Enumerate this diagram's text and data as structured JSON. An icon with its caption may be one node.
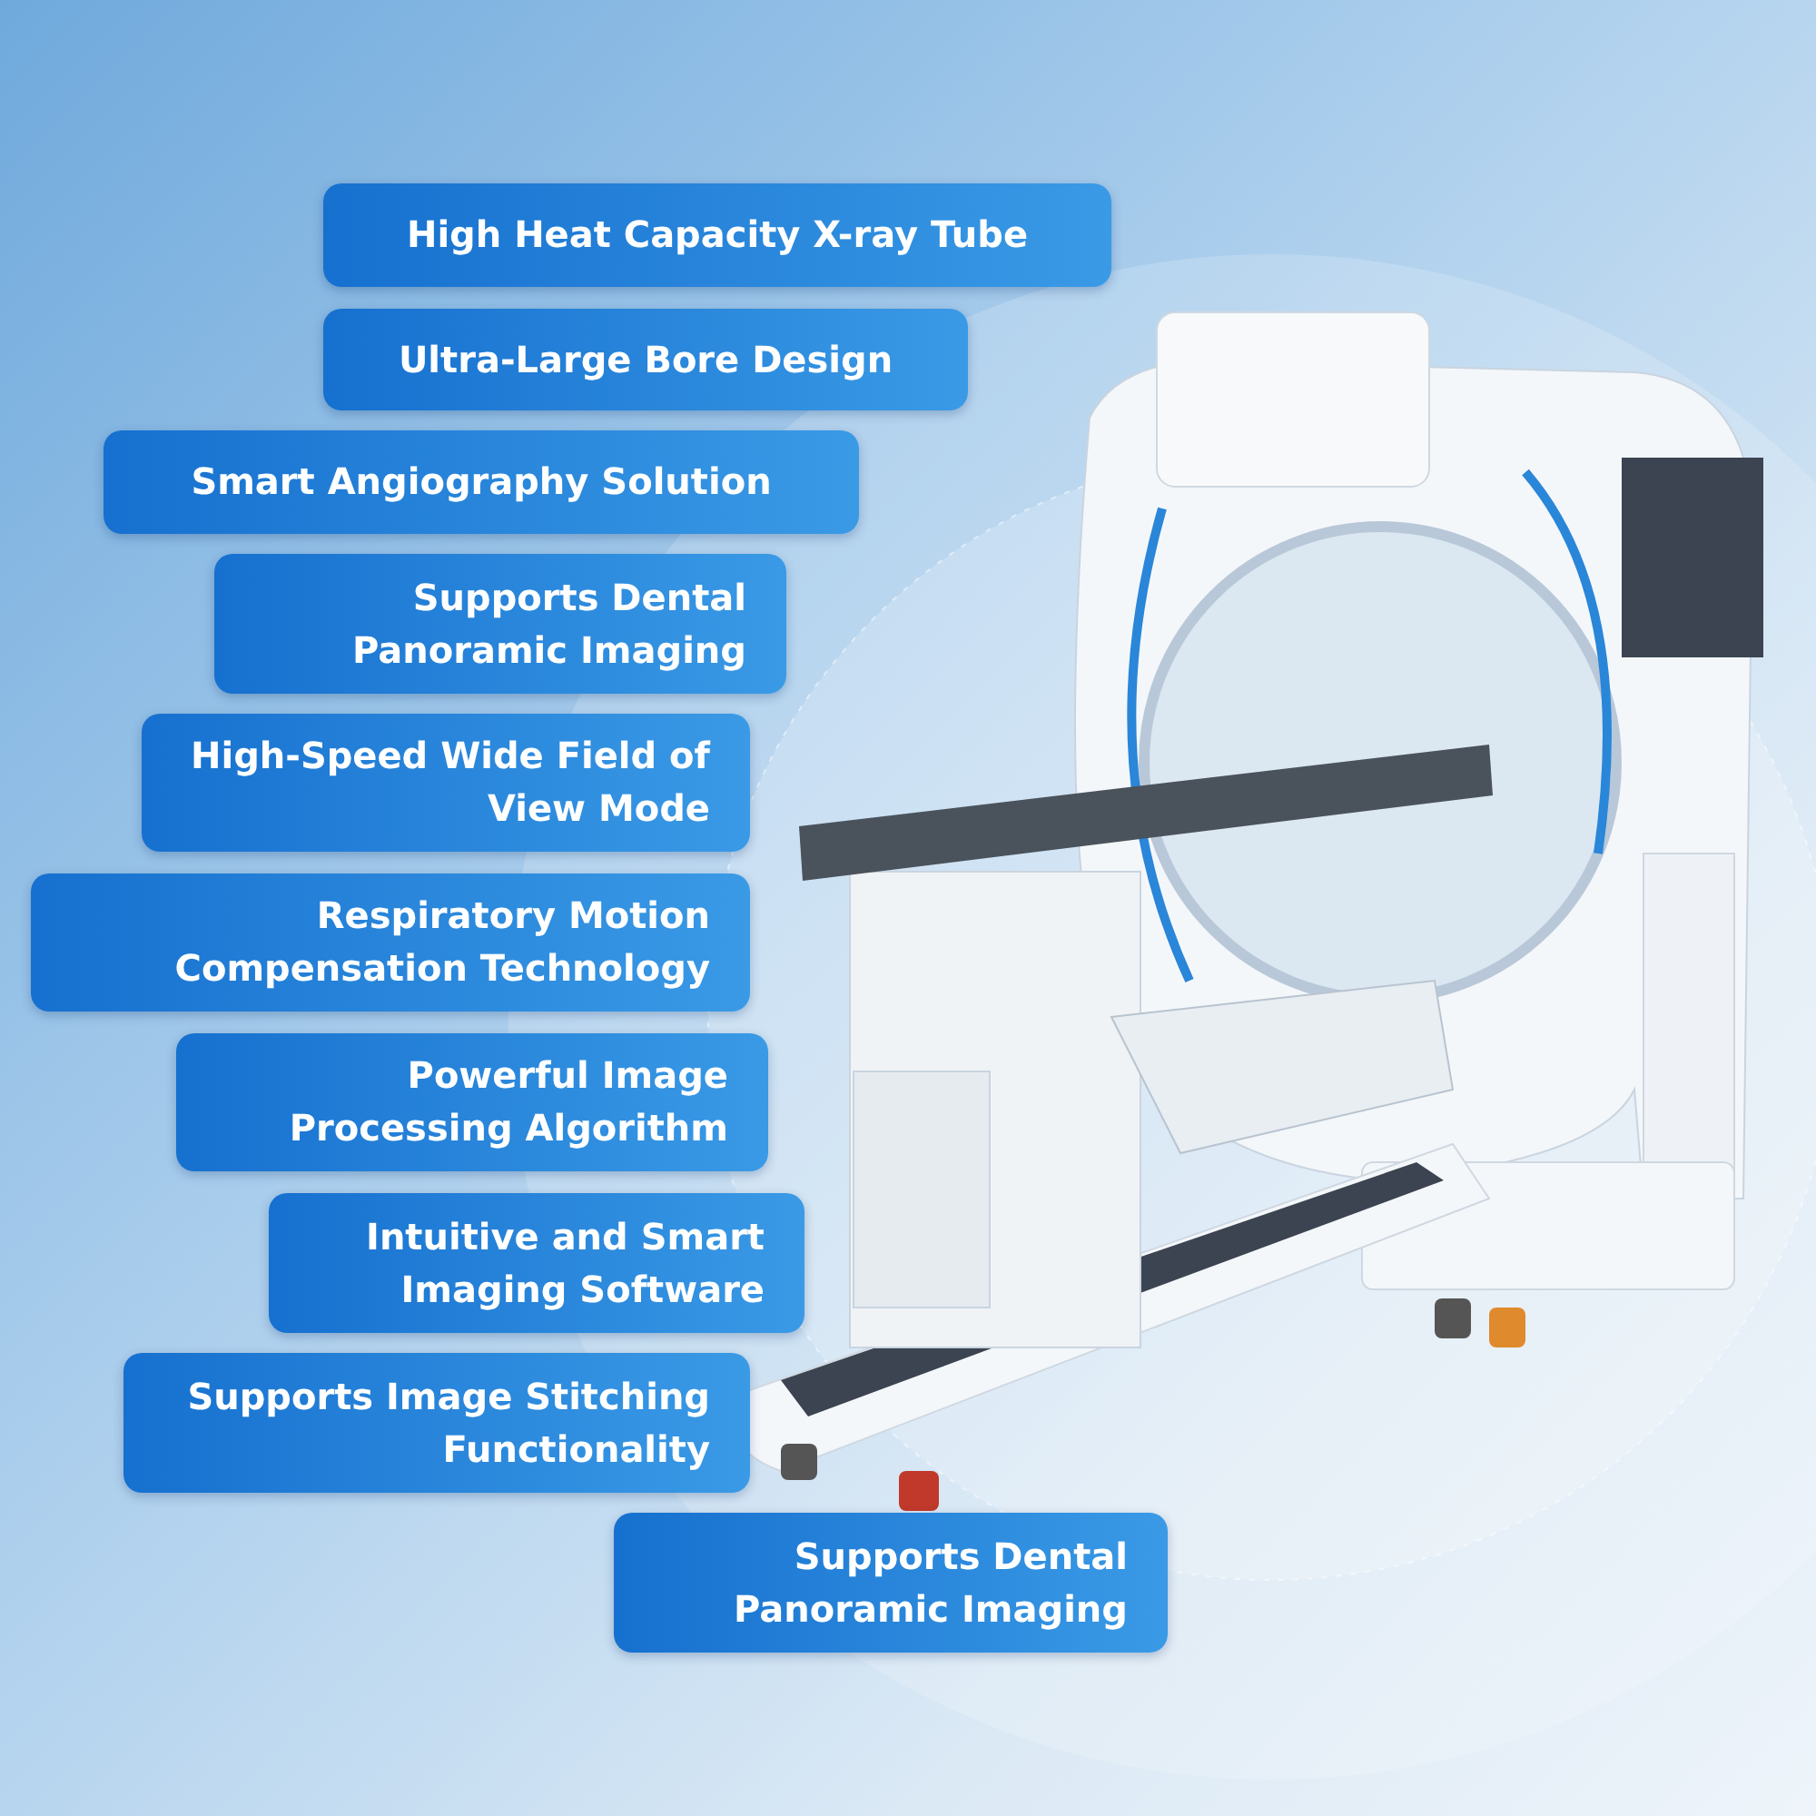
{
  "diagram": {
    "nodes": [
      {
        "text": [
          "High Heat Capacity X-ray Tube"
        ]
      },
      {
        "text": [
          "Ultra-Large Bore Design"
        ]
      },
      {
        "text": [
          "Smart Angiography Solution"
        ]
      },
      {
        "text": [
          "Supports Dental Panoramic Imaging"
        ]
      },
      {
        "text": [
          "High-Speed Wide Field of View Mode"
        ]
      },
      {
        "text": [
          "Respiratory Motion Compensation Technology"
        ]
      },
      {
        "text": [
          "Powerful Image Processing Algorithm"
        ]
      },
      {
        "text": [
          "Intuitive and Smart Imaging Software"
        ]
      },
      {
        "text": [
          "Supports Image Stitching Functionality"
        ]
      },
      {
        "text": [
          "Supports Dental Panoramic Imaging"
        ]
      }
    ]
  }
}
